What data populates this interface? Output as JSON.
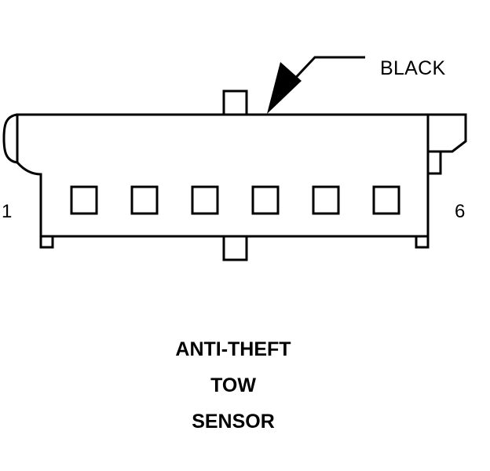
{
  "connector": {
    "color_label": "BLACK",
    "pin_first": "1",
    "pin_last": "6",
    "caption": [
      "ANTI-THEFT",
      "TOW",
      "SENSOR"
    ],
    "cavity_count": 6
  },
  "colors": {
    "ink": "#000000",
    "background": "#ffffff"
  }
}
